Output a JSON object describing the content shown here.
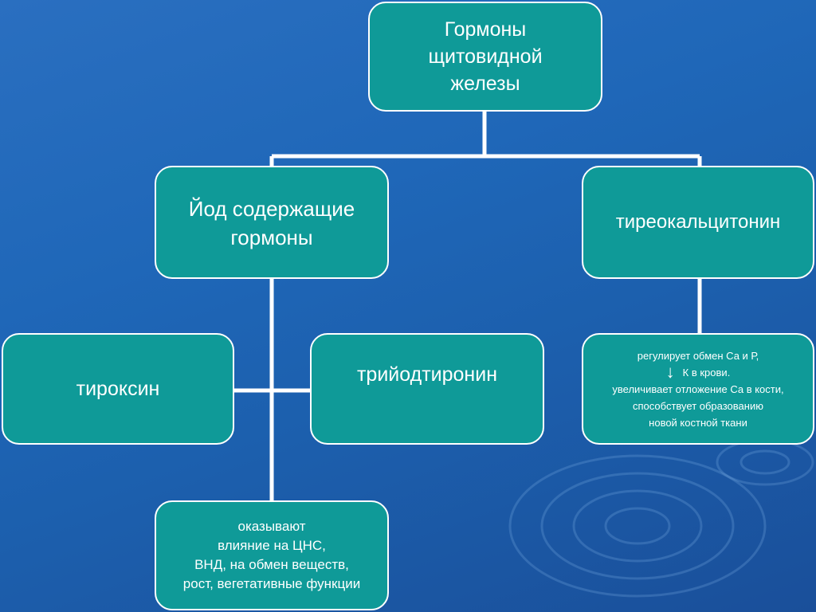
{
  "diagram": {
    "root": "Гормоны\nщитовидной\nжелезы",
    "iodine_group": "Йод содержащие\nгормоны",
    "calcitonin": "тиреокальцитонин",
    "thyroxine": "тироксин",
    "triiodothyronine": "трийодтиронин",
    "iodine_effects": "оказывают\nвлияние на ЦНС,\nВНД, на обмен веществ,\nрост, вегетативные функции",
    "calcitonin_effects": {
      "line1": "регулирует обмен Са и Р,",
      "line2": "К в крови.",
      "line3": "увеличивает отложение Са в кости,",
      "line4": "способствует образованию",
      "line5": "новой костной ткани"
    }
  },
  "colors": {
    "box_fill": "#0f9a98",
    "border": "#ffffff",
    "background": "#1f67b8"
  }
}
